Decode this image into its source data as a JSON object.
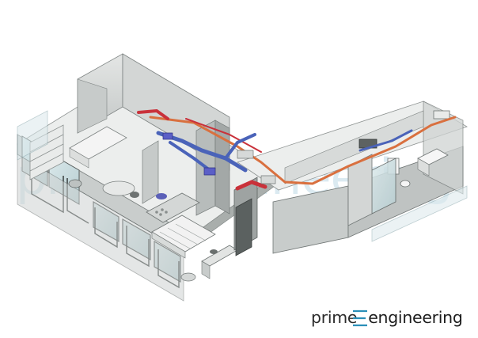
{
  "brand": {
    "part1": "prime",
    "part2": "engineering",
    "accent_color": "#2b8fb8",
    "text_color": "#1d1d1d"
  },
  "watermark": {
    "part1": "prime",
    "part2": "engineering",
    "color": "#cfe4ee"
  },
  "palette": {
    "wall": "#d9dcdb",
    "wall_dark": "#b9bdbc",
    "floor": "#eeefee",
    "glass": "#cfe1e4",
    "duct_orange": "#d9703f",
    "duct_blue": "#4a63b9",
    "duct_red": "#c9313a"
  }
}
